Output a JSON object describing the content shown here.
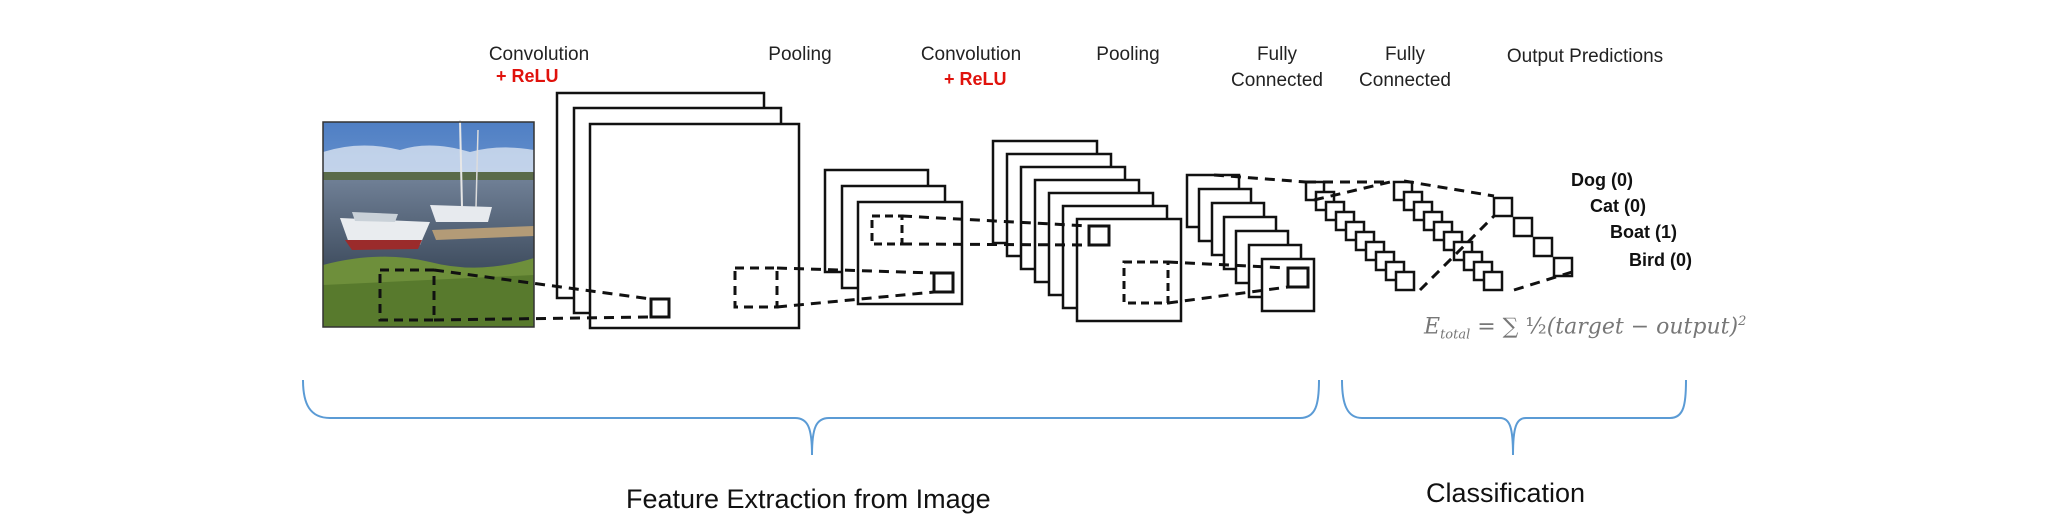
{
  "layers": {
    "conv1": {
      "title": "Convolution",
      "activation": "+ ReLU"
    },
    "pool1": {
      "title": "Pooling"
    },
    "conv2": {
      "title": "Convolution",
      "activation": "+ ReLU"
    },
    "pool2": {
      "title": "Pooling"
    },
    "fc1": {
      "title_line1": "Fully",
      "title_line2": "Connected"
    },
    "fc2": {
      "title_line1": "Fully",
      "title_line2": "Connected"
    },
    "output": {
      "title": "Output Predictions"
    }
  },
  "classes": [
    {
      "label": "Dog (0)"
    },
    {
      "label": "Cat (0)"
    },
    {
      "label": "Boat (1)"
    },
    {
      "label": "Bird (0)"
    }
  ],
  "loss": {
    "lhs": "E",
    "lhs_sub": "total",
    "rhs_body": "(target − output)",
    "rhs_exp": "2"
  },
  "sections": {
    "feature_extraction": "Feature Extraction from Image",
    "classification": "Classification"
  },
  "colors": {
    "brace": "#5b9bd5",
    "activation": "#e0120c",
    "lines": "#111111",
    "formula": "#777777"
  }
}
